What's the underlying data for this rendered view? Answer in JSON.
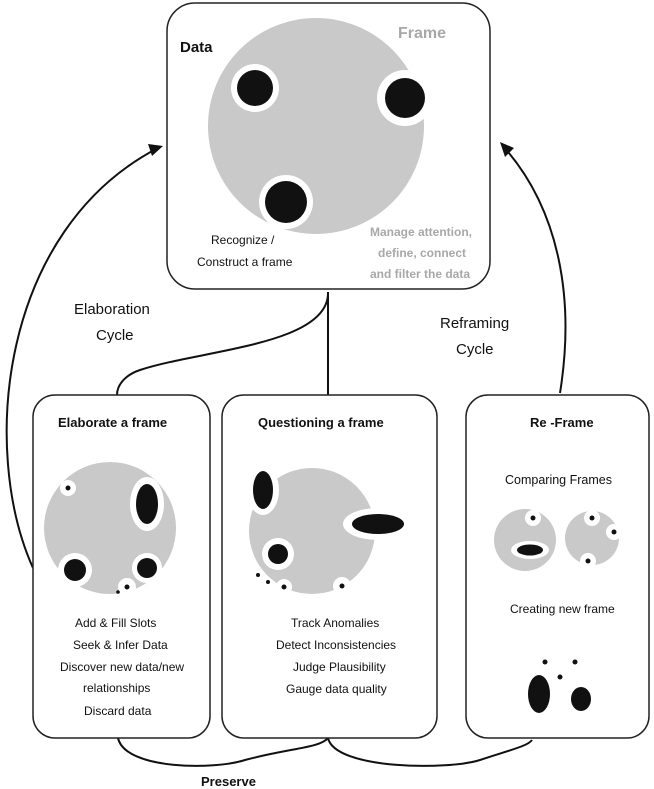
{
  "colors": {
    "frame_gray": "#c9c9c9",
    "dot": "#111111",
    "text_gray": "#a8a8a8",
    "line": "#111111"
  },
  "top_box": {
    "data_label": "Data",
    "frame_label": "Frame",
    "recognize_line1": "Recognize /",
    "recognize_line2": "Construct a frame",
    "manage_line1": "Manage attention,",
    "manage_line2": "define, connect",
    "manage_line3": "and filter the data"
  },
  "cycles": {
    "elaboration_line1": "Elaboration",
    "elaboration_line2": "Cycle",
    "reframing_line1": "Reframing",
    "reframing_line2": "Cycle",
    "preserve": "Preserve"
  },
  "elaborate_box": {
    "title": "Elaborate a frame",
    "items": [
      "Add & Fill Slots",
      "Seek & Infer Data",
      "Discover new data/new",
      "relationships",
      "Discard data"
    ]
  },
  "question_box": {
    "title": "Questioning a frame",
    "items": [
      "Track Anomalies",
      "Detect Inconsistencies",
      "Judge Plausibility",
      "Gauge data quality"
    ]
  },
  "reframe_box": {
    "title": "Re -Frame",
    "comparing": "Comparing Frames",
    "creating": "Creating new frame"
  }
}
